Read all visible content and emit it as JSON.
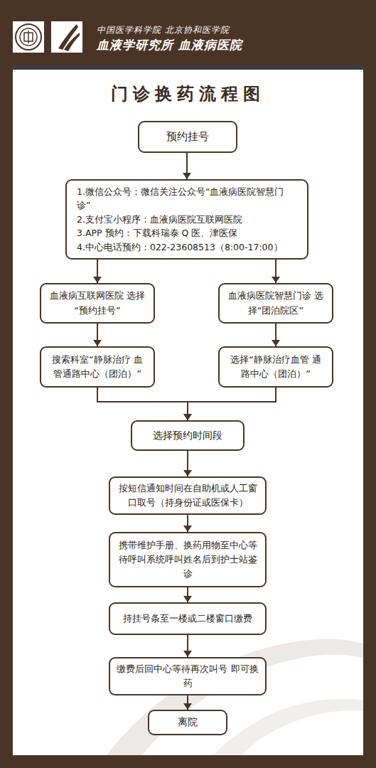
{
  "diagram": {
    "title": "门诊换药流程图",
    "nodes": [
      {
        "text": [
          "预约挂号"
        ]
      },
      {
        "text": [
          "1.微信公众号：微信关注公众号“血液病医院智慧门诊”",
          "2.支付宝小程序：血液病医院互联网医院",
          "3.APP 预约：下载科瑞泰 Q 医、津医保",
          "4.中心电话预约：022-23608513（8:00-17:00）"
        ]
      },
      {
        "text": [
          "血液病互联网医院 选择“预约挂号”"
        ]
      },
      {
        "text": [
          "血液病医院智慧门诊 选择“团泊院区”"
        ]
      },
      {
        "text": [
          "搜索科室“静脉治疗 血管通路中心（团泊）”"
        ]
      },
      {
        "text": [
          "选择“静脉治疗血管 通路中心（团泊）”"
        ]
      },
      {
        "text": [
          "选择预约时间段"
        ]
      },
      {
        "text": [
          "按短信通知时间在自助机或人工窗口取号（持身份证或医保卡）"
        ]
      },
      {
        "text": [
          "携带维护手册、换药用物至中心等待呼叫系统呼叫姓名后到护士站鉴诊"
        ]
      },
      {
        "text": [
          "持挂号条至一楼或二楼窗口缴费"
        ]
      },
      {
        "text": [
          "缴费后回中心等待再次叫号 即可换药"
        ]
      },
      {
        "text": [
          "离院"
        ]
      }
    ],
    "edges": [
      {
        "from": 0,
        "to": 1,
        "arrow": "to"
      },
      {
        "from": 1,
        "to": 2,
        "arrow": "to"
      },
      {
        "from": 1,
        "to": 3,
        "arrow": "to"
      },
      {
        "from": 2,
        "to": 4,
        "arrow": "to"
      },
      {
        "from": 3,
        "to": 5,
        "arrow": "to"
      },
      {
        "from": 4,
        "to": 6,
        "arrow": "to"
      },
      {
        "from": 5,
        "to": 6,
        "arrow": "to"
      },
      {
        "from": 6,
        "to": 7,
        "arrow": "to"
      },
      {
        "from": 7,
        "to": 8,
        "arrow": "to"
      },
      {
        "from": 8,
        "to": 9,
        "arrow": "to"
      },
      {
        "from": 9,
        "to": 10,
        "arrow": "to"
      },
      {
        "from": 10,
        "to": 11,
        "arrow": "to"
      }
    ],
    "labels": [
      "中国医学科学院 北京协和医学院",
      "血液学研究所 血液病医院"
    ]
  }
}
